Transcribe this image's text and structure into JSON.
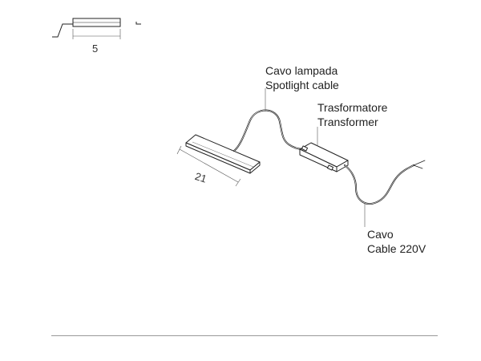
{
  "diagram": {
    "dimensions": {
      "thickness": "5",
      "length": "21"
    },
    "labels": {
      "spotlight_cable": [
        "Cavo lampada",
        "Spotlight cable"
      ],
      "transformer": [
        "Trasformatore",
        "Transformer"
      ],
      "mains_cable": [
        "Cavo",
        "Cable 220V"
      ]
    },
    "colors": {
      "line": "#222222",
      "separator": "#9a9a9a"
    }
  }
}
